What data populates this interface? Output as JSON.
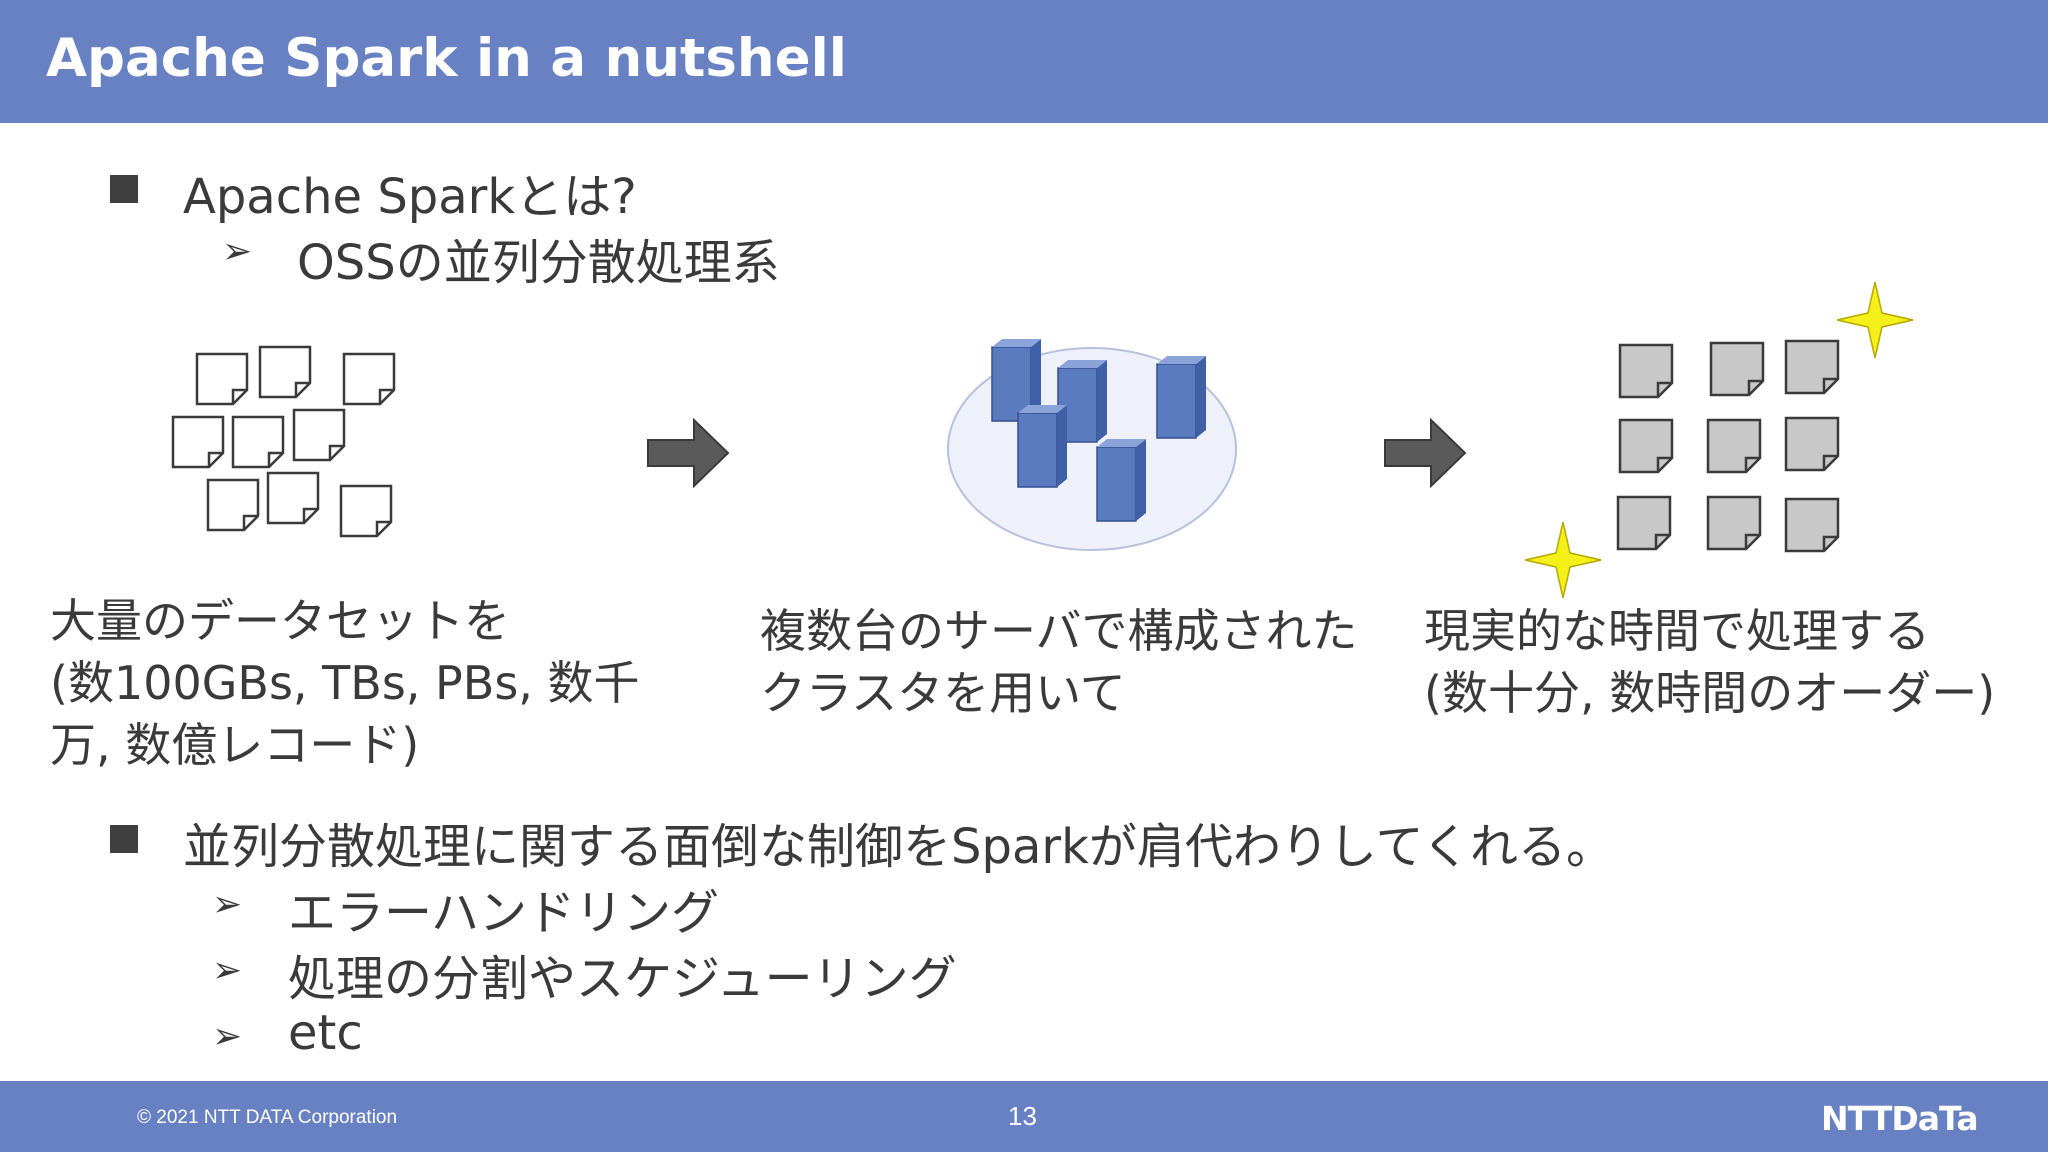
{
  "slide": {
    "title": "Apache Spark in a nutshell",
    "bullets": [
      {
        "text": "Apache Sparkとは?",
        "subs": [
          "OSSの並列分散処理系"
        ]
      },
      {
        "text": "並列分散処理に関する面倒な制御をSparkが肩代わりしてくれる。",
        "subs": [
          "エラーハンドリング",
          "処理の分割やスケジューリング",
          "etc"
        ]
      }
    ],
    "captions": {
      "left": [
        "大量のデータセットを",
        "(数100GBs, TBs, PBs, 数千",
        "万, 数億レコード)"
      ],
      "middle": [
        "複数台のサーバで構成された",
        "クラスタを用いて"
      ],
      "right": [
        "現実的な時間で処理する",
        "(数十分, 数時間のオーダー)"
      ]
    }
  },
  "footer": {
    "copyright": "© 2021 NTT DATA Corporation",
    "page_number": "13",
    "logo": "NTTDaTa"
  },
  "colors": {
    "header_bg": "#6781c3",
    "server_blue": "#5b7bc0",
    "star_yellow": "#f5ef1a",
    "doc_gray": "#c8c8c8"
  },
  "icons": [
    "document-icon",
    "right-arrow-icon",
    "server-cluster-icon",
    "sparkle-icon",
    "checkmark-arrow-icon"
  ]
}
